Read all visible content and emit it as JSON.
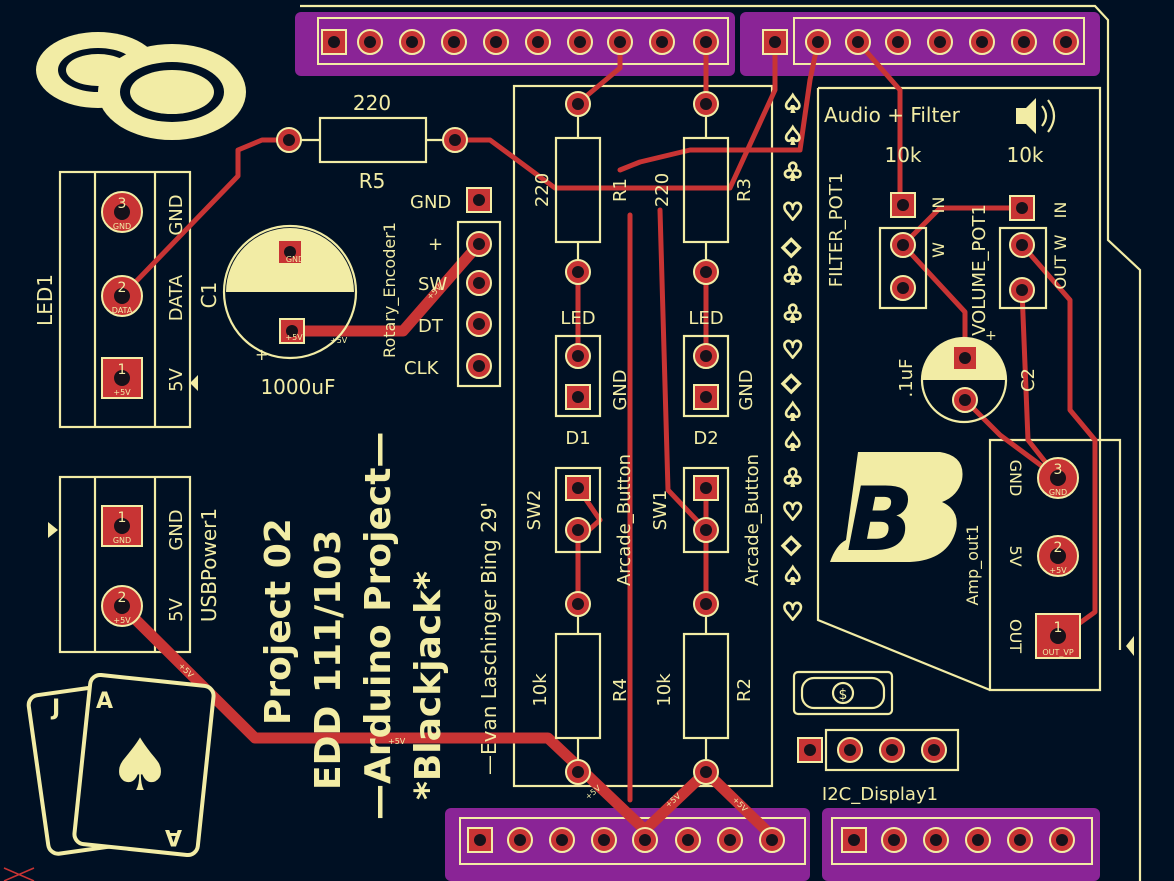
{
  "title": {
    "line1": "Project 02",
    "line2": "EDD 111/103",
    "line3": "—Arduino Project—",
    "line4": "*Blackjack*",
    "author": "—Evan Laschinger Bing 29'"
  },
  "components": {
    "r5_value": "220",
    "r5_ref": "R5",
    "r1_value": "220",
    "r1_ref": "R1",
    "r3_value": "220",
    "r3_ref": "R3",
    "r4_value": "10k",
    "r4_ref": "R4",
    "r2_value": "10k",
    "r2_ref": "R2",
    "c1_ref": "C1",
    "c1_value": "1000uF",
    "c2_ref": "C2",
    "c2_value": ".1uF",
    "led1_ref": "LED1",
    "usb_ref": "USBPower1",
    "encoder_ref": "Rotary_Encoder1",
    "d1_ref": "D1",
    "d2_ref": "D2",
    "sw2_ref": "SW2",
    "sw1_ref": "SW1",
    "arcade1": "Arcade_Button",
    "arcade2": "Arcade_Button",
    "led_label1": "LED",
    "led_label2": "LED",
    "gnd_label1": "GND",
    "gnd_label2": "GND",
    "filter_pot_ref": "FILTER_POT1",
    "filter_pot_value": "10k",
    "volume_pot_ref": "VOLUME_POT1",
    "volume_pot_value": "10k",
    "amp_ref": "Amp_out1",
    "i2c_ref": "I2C_Display1",
    "audio_label": "Audio + Filter"
  },
  "pins": {
    "led1": [
      "GND",
      "DATA",
      "5V"
    ],
    "led1_nums": [
      "3",
      "2",
      "1"
    ],
    "usb": [
      "GND",
      "5V"
    ],
    "usb_nums": [
      "1",
      "2"
    ],
    "encoder": [
      "GND",
      "+",
      "SW",
      "DT",
      "CLK"
    ],
    "pot": [
      "IN",
      "W"
    ],
    "pot_vol": [
      "IN",
      "OUT W"
    ],
    "amp": [
      "GND",
      "5V",
      "OUT"
    ],
    "amp_nums": [
      "3",
      "2",
      "1"
    ]
  },
  "nets": {
    "p5v": "+5V",
    "gnd": "GND",
    "data": "DATA",
    "out_vp": "OUT_VP"
  },
  "logo": {
    "letter": "B",
    "dollar": "$"
  },
  "cards": {
    "jack": "J",
    "ace": "A",
    "ace2": "A"
  }
}
